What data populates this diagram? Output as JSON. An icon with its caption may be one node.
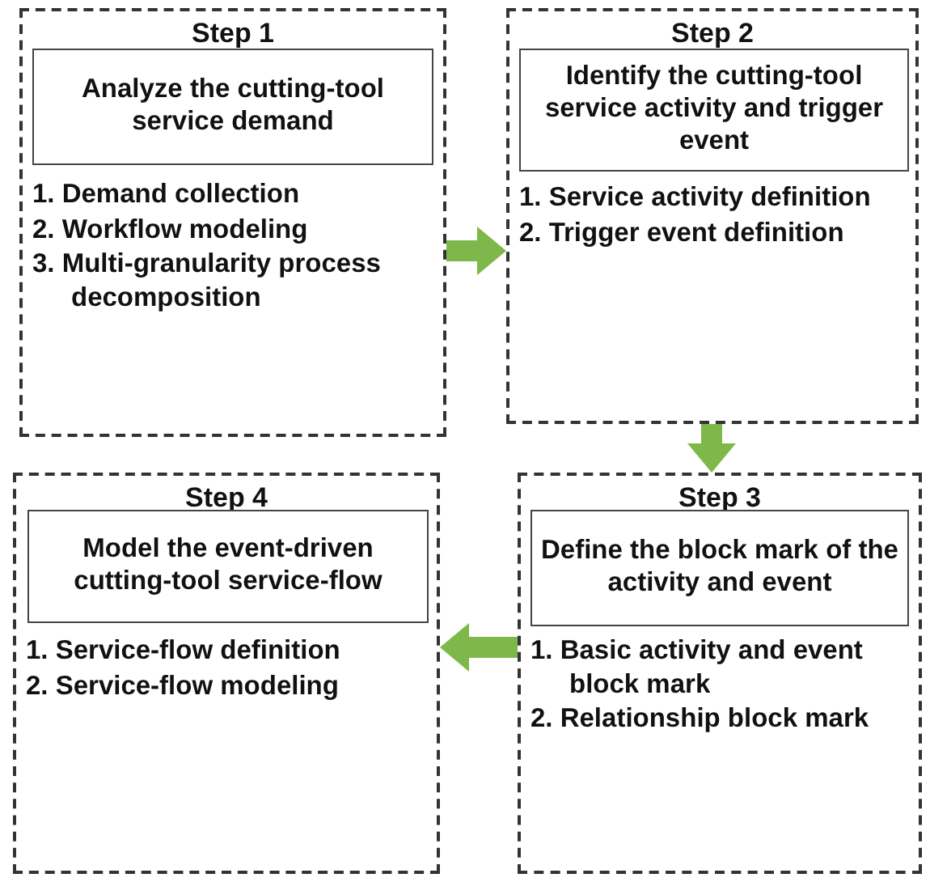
{
  "diagram": {
    "nodes": [
      {
        "text": [
          "Step 1",
          "1. Demand collection",
          "2. Workflow modeling",
          "3. Multi-granularity process decomposition"
        ]
      },
      {
        "text": [
          "Analyze the cutting-tool service demand"
        ],
        "in": 0
      },
      {
        "text": [
          "Step 2",
          "1. Service activity definition",
          "2. Trigger event definition"
        ]
      },
      {
        "text": [
          "Identify the cutting-tool service activity and trigger event"
        ],
        "in": 2
      },
      {
        "text": [
          "Step 4",
          "1. Service-flow definition",
          "2. Service-flow modeling"
        ]
      },
      {
        "text": [
          "Model the event-driven cutting-tool service-flow"
        ],
        "in": 4
      },
      {
        "text": [
          "Step 3",
          "1. Basic activity and event block mark",
          "2. Relationship block mark"
        ]
      },
      {
        "text": [
          "Define the block mark of the activity and event"
        ],
        "in": 6
      }
    ],
    "edges": [
      {
        "from": 0,
        "to": 2,
        "arrow": "to"
      },
      {
        "from": 2,
        "to": 6,
        "arrow": "to"
      },
      {
        "from": 6,
        "to": 4,
        "arrow": "to"
      }
    ]
  }
}
